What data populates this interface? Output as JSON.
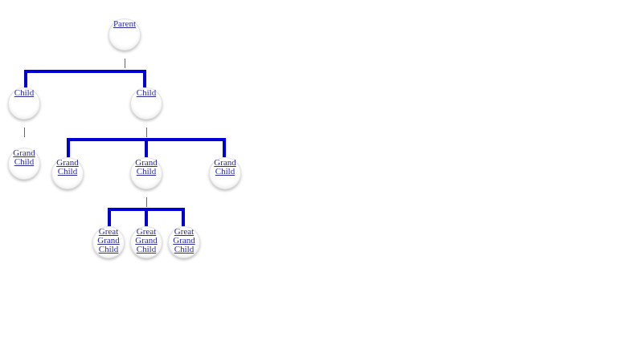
{
  "tree": {
    "parent": {
      "label": "Parent"
    },
    "children": [
      {
        "label": "Child",
        "grandchildren": [
          {
            "label": "Grand Child"
          }
        ]
      },
      {
        "label": "Child",
        "grandchildren": [
          {
            "label": "Grand Child"
          },
          {
            "label": "Grand Child",
            "great_grandchildren": [
              {
                "label": "Great Grand Child"
              },
              {
                "label": "Great Grand Child"
              },
              {
                "label": "Great Grand Child"
              }
            ]
          },
          {
            "label": "Grand Child"
          }
        ]
      }
    ]
  },
  "colors": {
    "connector": "#0000d6",
    "link": "#2a2a9c"
  }
}
